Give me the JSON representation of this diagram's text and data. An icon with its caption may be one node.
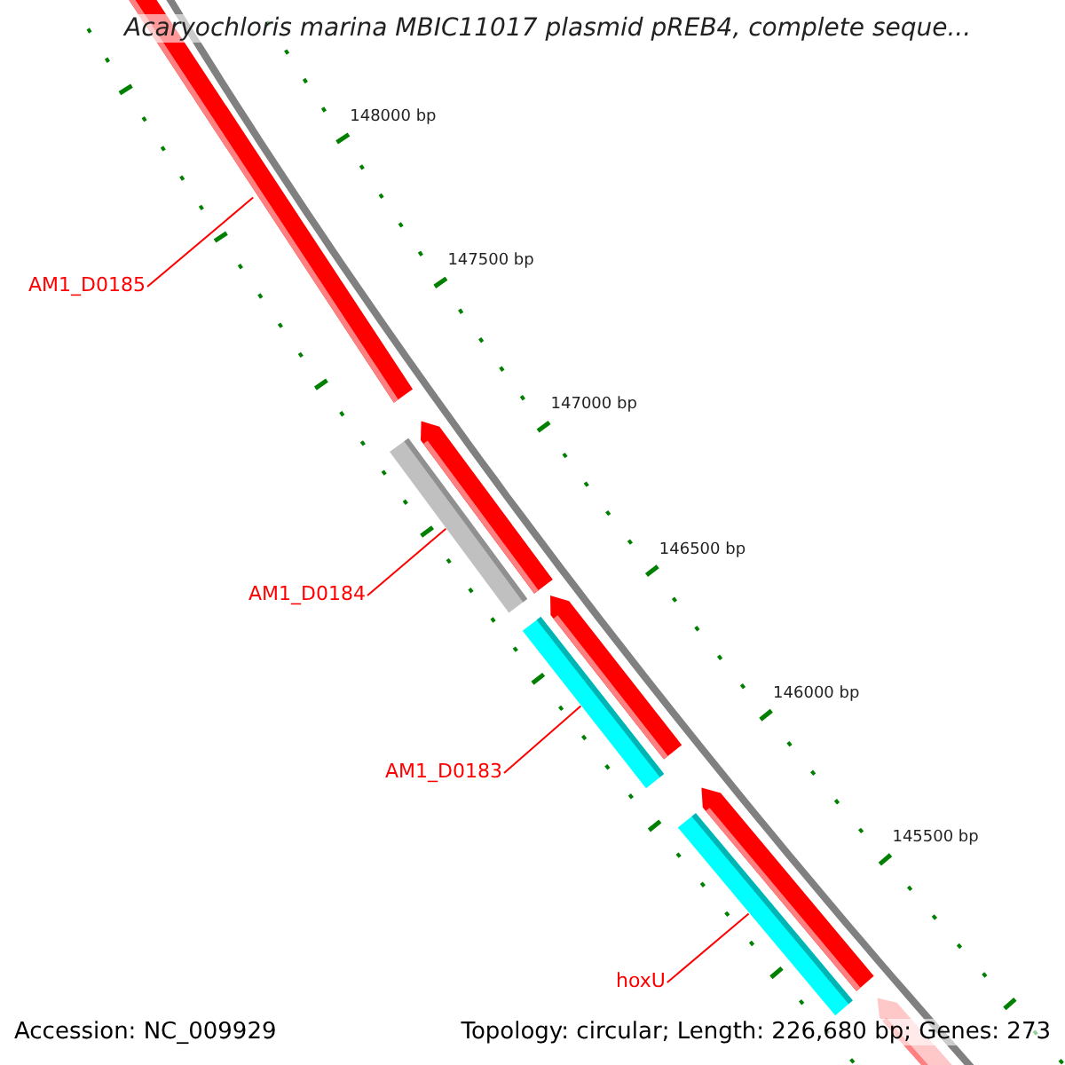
{
  "diagram": {
    "title": "Acaryochloris marina MBIC11017 plasmid pREB4, complete seque...",
    "nodes": [
      {
        "text": [
          "AM1_D0185"
        ]
      },
      {
        "text": [],
        "shape": "bar"
      },
      {
        "text": [
          "AM1_D0184"
        ]
      },
      {
        "text": [],
        "shape": "bar"
      },
      {
        "text": [
          "AM1_D0183"
        ]
      },
      {
        "text": [],
        "shape": "bar"
      },
      {
        "text": [
          "hoxU"
        ]
      },
      {
        "text": [],
        "shape": "bar"
      },
      {
        "text": [],
        "shape": "bar"
      },
      {
        "text": [],
        "shape": "bar"
      },
      {
        "text": [],
        "shape": "bar"
      },
      {
        "text": [],
        "shape": "bar"
      }
    ],
    "edges": [
      {
        "from": 0,
        "to": 1,
        "arrow": "none"
      },
      {
        "from": 2,
        "to": 3,
        "arrow": "none"
      },
      {
        "from": 4,
        "to": 5,
        "arrow": "none"
      },
      {
        "from": 6,
        "to": 7,
        "arrow": "none"
      }
    ],
    "labels": [
      "148000 bp",
      "147500 bp",
      "147000 bp",
      "146500 bp",
      "146000 bp",
      "145500 bp",
      "Accession: NC_009929",
      "Topology: circular; Length: 226,680 bp; Genes: 273"
    ]
  }
}
